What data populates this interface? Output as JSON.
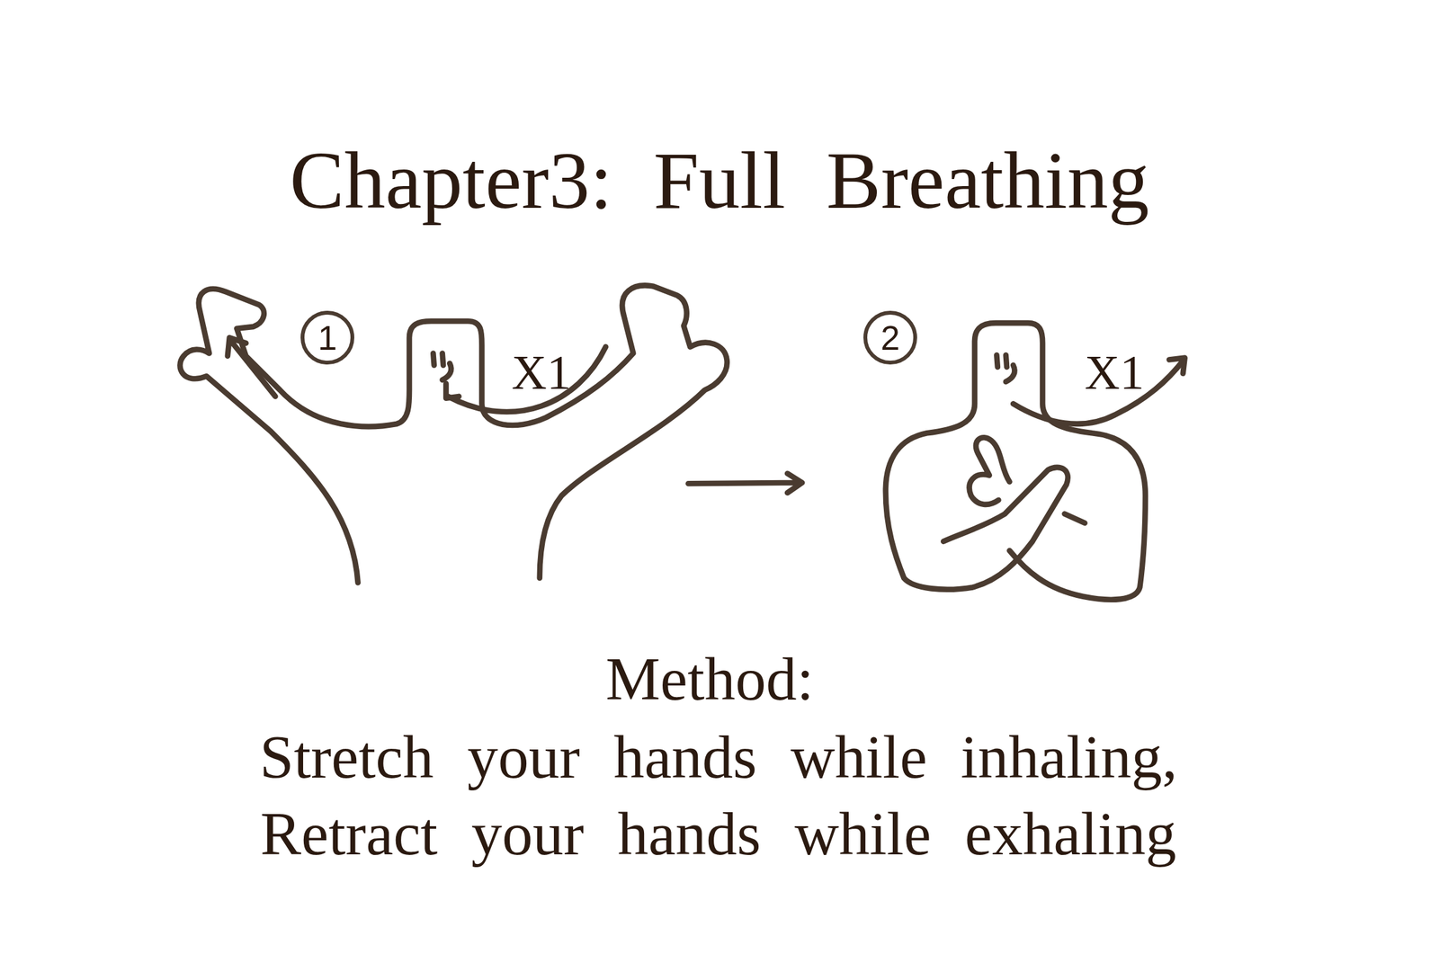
{
  "diagram": {
    "title": "Chapter3: Full Breathing",
    "nodes": [
      {
        "text": [
          "1"
        ]
      },
      {
        "text": [
          "2"
        ]
      }
    ],
    "labels": [
      "X1",
      "X1",
      "Method:",
      "Stretch your hands while inhaling,",
      "Retract your hands while exhaling"
    ]
  }
}
